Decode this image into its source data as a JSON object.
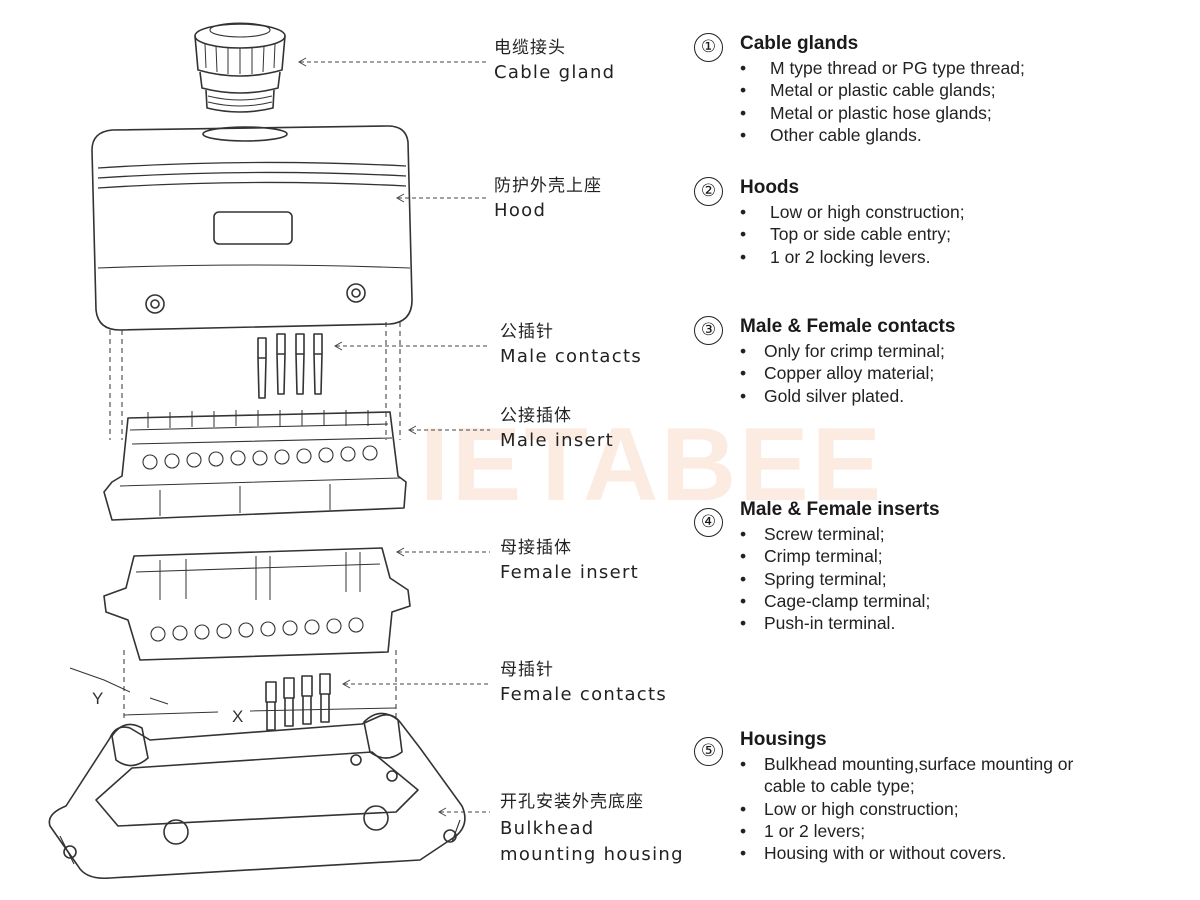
{
  "watermark": "IETABEE",
  "callouts": [
    {
      "zh": "电缆接头",
      "en": "Cable gland"
    },
    {
      "zh": "防护外壳上座",
      "en": "Hood"
    },
    {
      "zh": "公插针",
      "en": "Male contacts"
    },
    {
      "zh": "公接插体",
      "en": "Male insert"
    },
    {
      "zh": "母接插体",
      "en": "Female insert"
    },
    {
      "zh": "母插针",
      "en": "Female contacts"
    },
    {
      "zh": "开孔安装外壳底座",
      "en": "Bulkhead mounting housing"
    }
  ],
  "dimensions": {
    "x": "X",
    "y": "Y"
  },
  "sections": [
    {
      "num": "①",
      "title": "Cable glands",
      "items": [
        "M type thread or PG type thread;",
        "Metal or plastic cable glands;",
        "Metal or plastic hose glands;",
        "Other cable glands."
      ]
    },
    {
      "num": "②",
      "title": "Hoods",
      "items": [
        "Low or high construction;",
        "Top or side cable entry;",
        "1 or 2 locking levers."
      ]
    },
    {
      "num": "③",
      "title": "Male & Female contacts",
      "items": [
        "Only for crimp terminal;",
        "Copper alloy material;",
        "Gold silver plated."
      ]
    },
    {
      "num": "④",
      "title": "Male & Female inserts",
      "items": [
        "Screw terminal;",
        "Crimp terminal;",
        "Spring terminal;",
        "Cage-clamp terminal;",
        "Push-in terminal."
      ]
    },
    {
      "num": "⑤",
      "title": "Housings",
      "items": [
        "Bulkhead mounting,surface mounting or cable to cable type;",
        "Low or high construction;",
        "1 or 2 levers;",
        "Housing with or without covers."
      ]
    }
  ]
}
